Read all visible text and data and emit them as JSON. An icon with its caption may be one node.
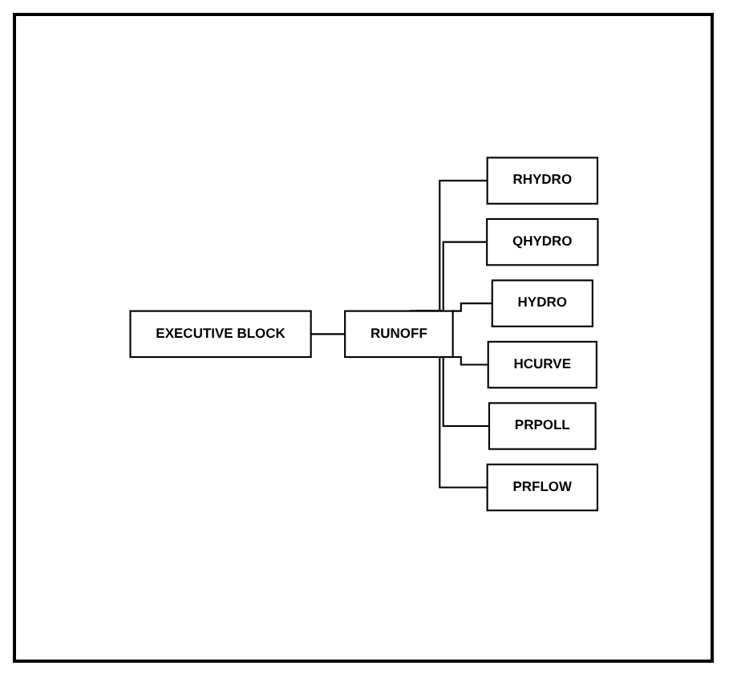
{
  "diagram": {
    "nodes": [
      {
        "text": [
          "EXECUTIVE BLOCK"
        ]
      },
      {
        "text": [
          "RUNOFF"
        ]
      },
      {
        "text": [
          "RHYDRO"
        ]
      },
      {
        "text": [
          "QHYDRO"
        ]
      },
      {
        "text": [
          "HYDRO"
        ]
      },
      {
        "text": [
          "HCURVE"
        ]
      },
      {
        "text": [
          "PRPOLL"
        ]
      },
      {
        "text": [
          "PRFLOW"
        ]
      }
    ],
    "edges": [
      {
        "from": 0,
        "to": 1,
        "arrow": "none"
      },
      {
        "from": 1,
        "to": 2,
        "arrow": "none"
      },
      {
        "from": 1,
        "to": 3,
        "arrow": "none"
      },
      {
        "from": 1,
        "to": 4,
        "arrow": "none"
      },
      {
        "from": 1,
        "to": 5,
        "arrow": "none"
      },
      {
        "from": 1,
        "to": 6,
        "arrow": "none"
      },
      {
        "from": 1,
        "to": 7,
        "arrow": "none"
      }
    ]
  }
}
